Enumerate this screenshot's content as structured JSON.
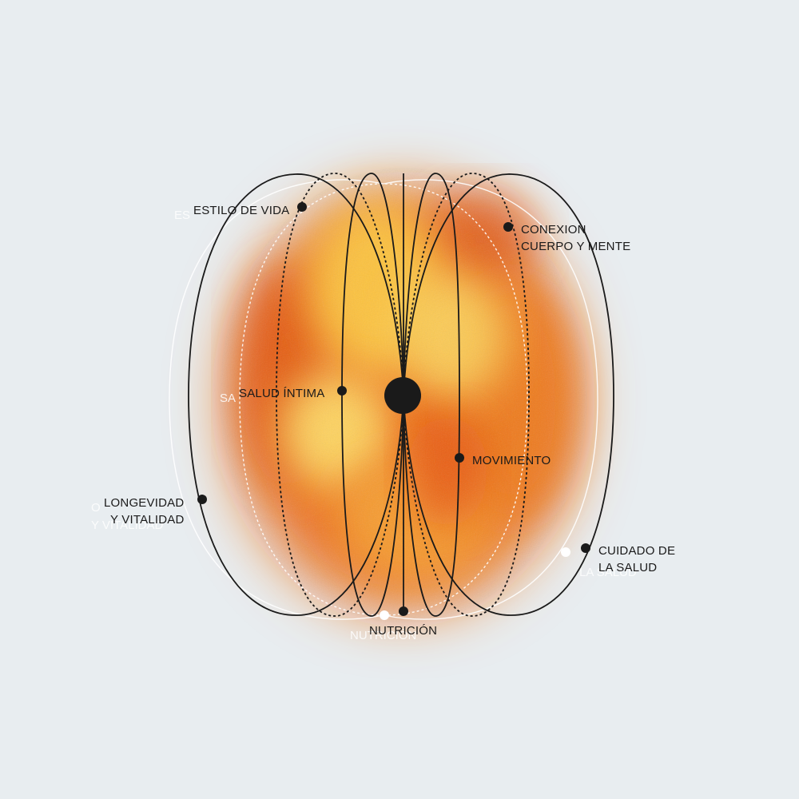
{
  "diagram": {
    "labels": {
      "estilo_de_vida": "ESTILO DE VIDA",
      "conexion_line1": "CONEXION",
      "conexion_line2": "CUERPO Y MENTE",
      "salud_intima": "SALUD ÍNTIMA",
      "movimiento": "MOVIMIENTO",
      "longevidad_line1": "LONGEVIDAD",
      "longevidad_line2": "Y VITALIDAD",
      "cuidado_line1": "CUIDADO DE",
      "cuidado_line2": "LA SALUD",
      "nutricion": "NUTRICIÓN"
    },
    "colors": {
      "background": "#e8edf0",
      "line": "#1a1a1a",
      "ghost_line": "#ffffff",
      "glow_core": "#ffe27a",
      "glow_mid": "#f79a2a",
      "glow_edge": "#e85a10"
    }
  }
}
